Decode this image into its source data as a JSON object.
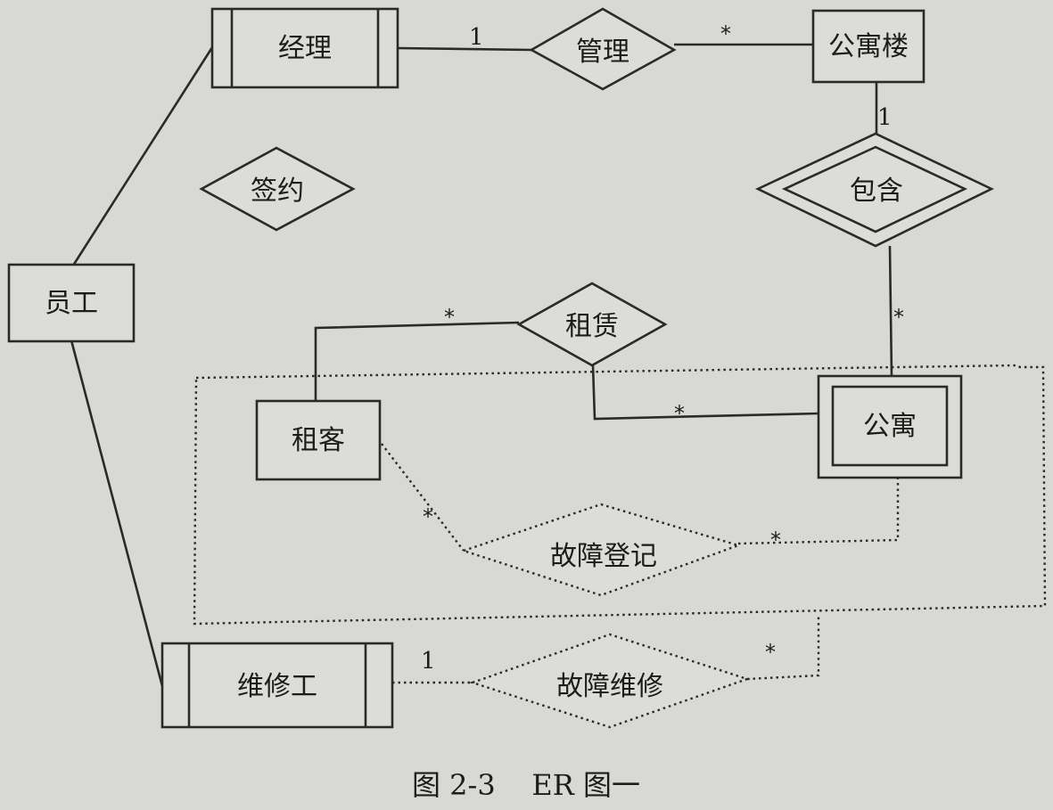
{
  "entities": {
    "manager": "经理",
    "building": "公寓楼",
    "employee": "员工",
    "tenant": "租客",
    "apartment": "公寓",
    "repairman": "维修工"
  },
  "relationships": {
    "manage": "管理",
    "sign": "签约",
    "contain": "包含",
    "rent": "租赁",
    "fault_register": "故障登记",
    "fault_repair": "故障维修"
  },
  "cardinalities": {
    "manage_manager": "1",
    "manage_building": "*",
    "contain_building": "1",
    "contain_apartment": "*",
    "rent_tenant": "*",
    "rent_apartment": "*",
    "register_tenant": "*",
    "register_apartment": "*",
    "repair_repairman": "1",
    "repair_aggregate": "*"
  },
  "caption": "图 2-3    ER 图一"
}
